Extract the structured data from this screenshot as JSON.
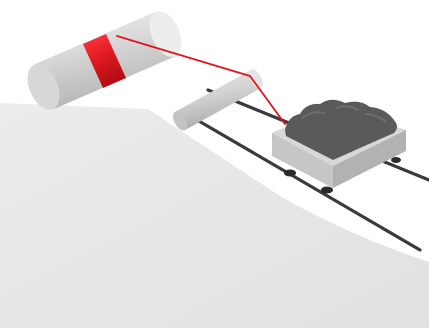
{
  "diagram": {
    "subject": "inclined-haulage-winch-and-mine-car",
    "colors": {
      "background": "#ffffff",
      "slope": "#e6e6e6",
      "rail": "#3a3a3a",
      "cable": "#e0141c",
      "drum_band": "#e11b22",
      "cylinder_light": "#e8e8e8",
      "cylinder_mid": "#cfcfcf",
      "cylinder_dark": "#a9a9a9",
      "cart_top": "#d6d6d6",
      "cart_front": "#c4c4c4",
      "cart_side": "#adadad",
      "ore": "#5a5a5a",
      "wheel": "#2b2b2b"
    },
    "parts": [
      {
        "id": "winch-drum",
        "icon": "cylinder-drum"
      },
      {
        "id": "cable-band",
        "icon": "red-rope-band"
      },
      {
        "id": "haul-rope",
        "icon": "red-cable"
      },
      {
        "id": "deflection-roller",
        "icon": "roller"
      },
      {
        "id": "incline-track",
        "icon": "twin-rails"
      },
      {
        "id": "mine-car",
        "icon": "ore-tub"
      },
      {
        "id": "ore-load",
        "icon": "coal-heap"
      }
    ]
  }
}
